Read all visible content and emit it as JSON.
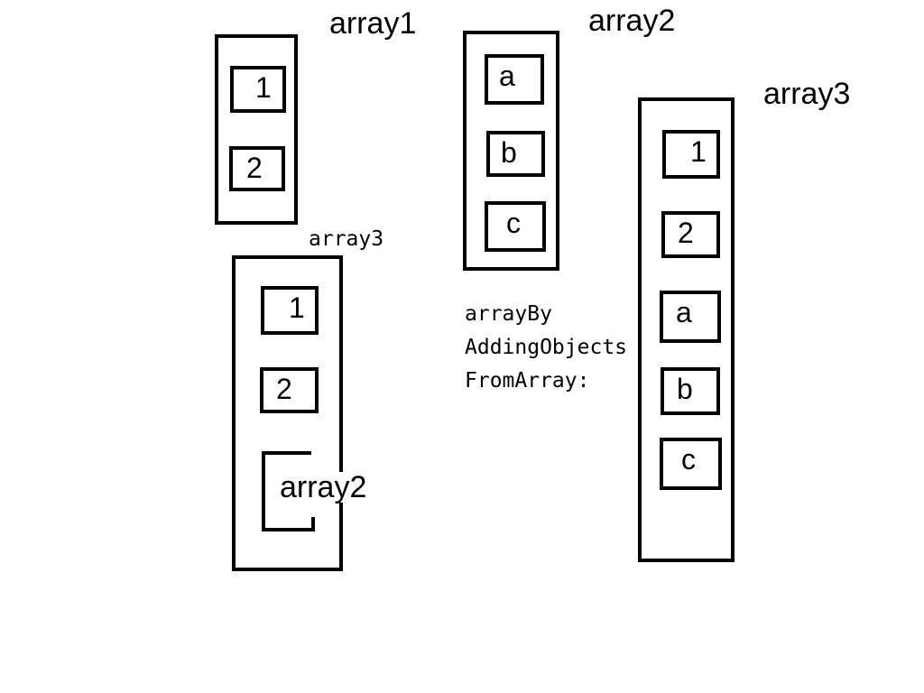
{
  "array1": {
    "label": "array1",
    "items": [
      "1",
      "2"
    ]
  },
  "array2": {
    "label": "array2",
    "items": [
      "a",
      "b",
      "c"
    ]
  },
  "array3_result": {
    "label": "array3",
    "items": [
      "1",
      "2",
      "a",
      "b",
      "c"
    ]
  },
  "array3_nested": {
    "label": "array3",
    "items": [
      "1",
      "2"
    ],
    "nested_label": "array2"
  },
  "method": {
    "line1": "arrayBy",
    "line2": "AddingObjects",
    "line3": "FromArray:"
  }
}
